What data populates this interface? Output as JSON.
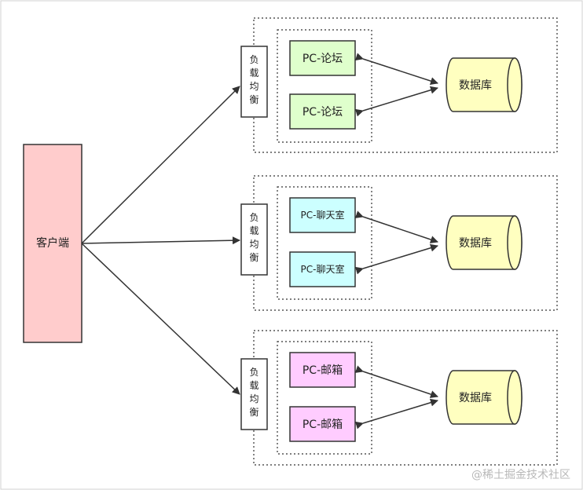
{
  "client": {
    "label": "客户端"
  },
  "groups": [
    {
      "lb_label": "负载均衡",
      "servers": [
        "PC-论坛",
        "PC-论坛"
      ],
      "db_label": "数据库",
      "server_color": "#dfffcc"
    },
    {
      "lb_label": "负载均衡",
      "servers": [
        "PC-聊天室",
        "PC-聊天室"
      ],
      "db_label": "数据库",
      "server_color": "#ccffff"
    },
    {
      "lb_label": "负载均衡",
      "servers": [
        "PC-邮箱",
        "PC-邮箱"
      ],
      "db_label": "数据库",
      "server_color": "#ffccff"
    }
  ],
  "colors": {
    "client": "#ffcccc",
    "database": "#ffffc0",
    "stroke": "#333333"
  },
  "watermark": "@稀土掘金技术社区"
}
